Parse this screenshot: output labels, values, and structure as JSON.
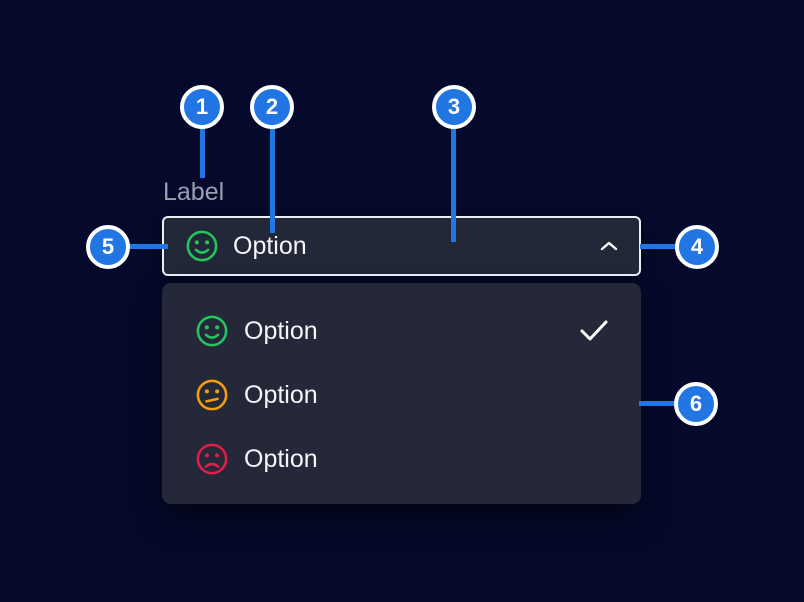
{
  "colors": {
    "background": "#050a2c",
    "panel": "#242839",
    "trigger_border": "#eceef5",
    "accent_blue": "#2276e3",
    "positive_green": "#22c55e",
    "neutral_orange": "#f59e0b",
    "negative_red": "#e11d48",
    "text_primary": "#f4f5f8",
    "text_muted": "#9a9eae"
  },
  "select": {
    "label": "Label",
    "trigger": {
      "value": "Option",
      "value_icon": "face-happy-icon",
      "chevron_icon": "chevron-up-icon"
    },
    "menu": {
      "items": [
        {
          "label": "Option",
          "icon": "face-happy-icon",
          "icon_color": "#22c55e",
          "selected": true
        },
        {
          "label": "Option",
          "icon": "face-neutral-icon",
          "icon_color": "#f59e0b",
          "selected": false
        },
        {
          "label": "Option",
          "icon": "face-sad-icon",
          "icon_color": "#e11d48",
          "selected": false
        }
      ]
    }
  },
  "callouts": [
    {
      "number": "1"
    },
    {
      "number": "2"
    },
    {
      "number": "3"
    },
    {
      "number": "4"
    },
    {
      "number": "5"
    },
    {
      "number": "6"
    }
  ]
}
